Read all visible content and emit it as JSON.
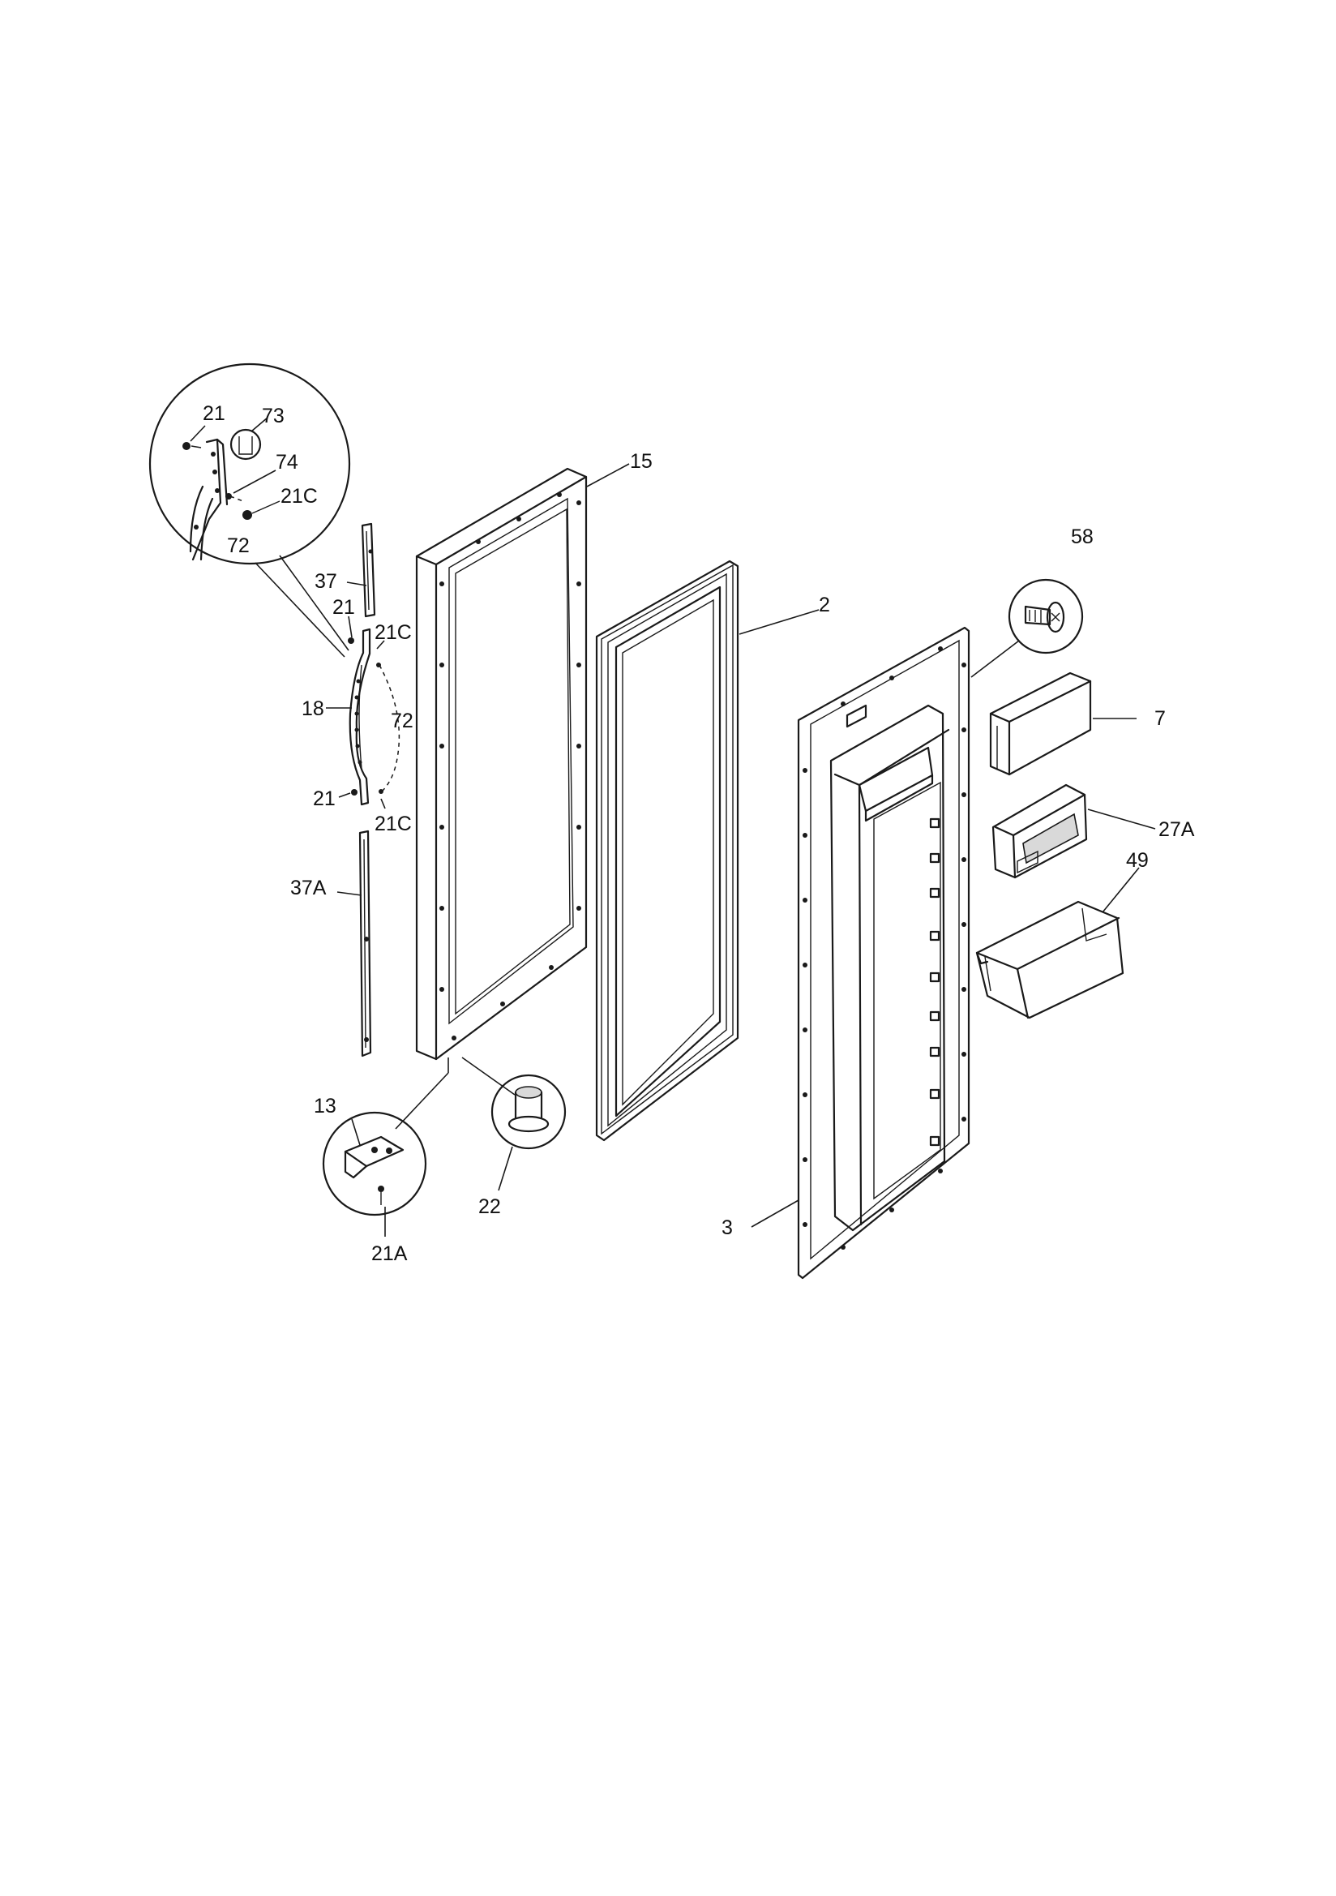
{
  "labels": {
    "p21_top": "21",
    "p73": "73",
    "p74": "74",
    "p21c_top": "21C",
    "p72_top": "72",
    "p15": "15",
    "p58": "58",
    "p2": "2",
    "p37": "37",
    "p21_mid": "21",
    "p21c_mid": "21C",
    "p18": "18",
    "p72_mid": "72",
    "p7": "7",
    "p21_low": "21",
    "p21c_low": "21C",
    "p27a": "27A",
    "p49": "49",
    "p37a": "37A",
    "p13": "13",
    "p22": "22",
    "p3": "3",
    "p21a": "21A"
  }
}
